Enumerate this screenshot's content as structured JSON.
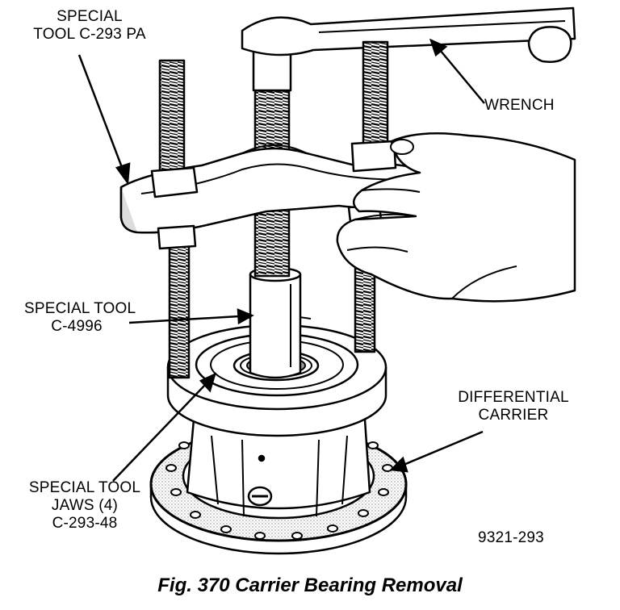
{
  "labels": {
    "tool_c293pa": [
      "SPECIAL",
      "TOOL C-293 PA"
    ],
    "wrench": "WRENCH",
    "tool_c4996": [
      "SPECIAL TOOL",
      "C-4996"
    ],
    "differential_carrier": [
      "DIFFERENTIAL",
      "CARRIER"
    ],
    "tool_jaws": [
      "SPECIAL TOOL",
      "JAWS (4)",
      "C-293-48"
    ],
    "figure_code": "9321-293"
  },
  "caption": "Fig. 370 Carrier Bearing Removal",
  "colors": {
    "ink": "#000000",
    "paper": "#ffffff",
    "shade": "#dcdcdc",
    "dark": "#9a9a9a"
  }
}
